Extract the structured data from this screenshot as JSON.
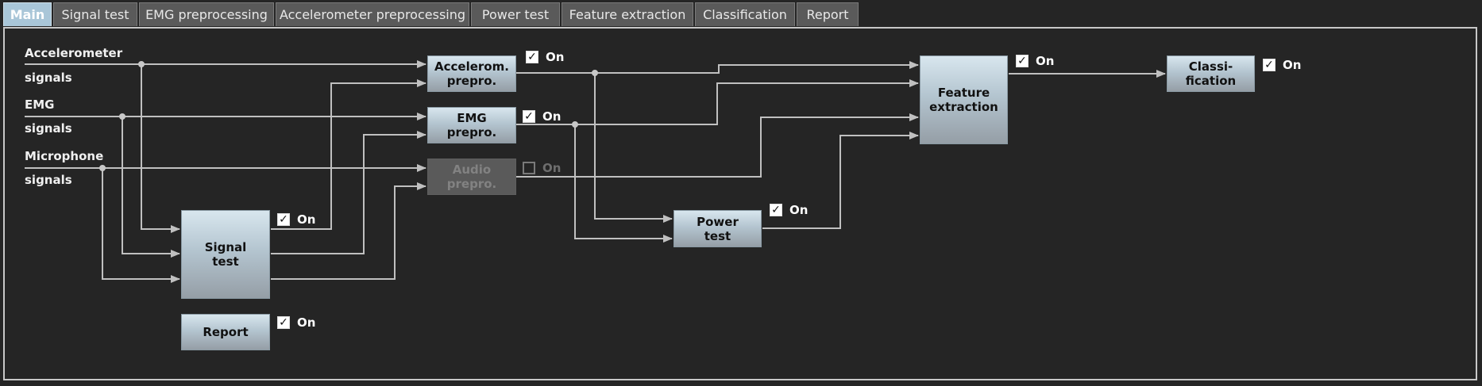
{
  "tabs": [
    "Main",
    "Signal test",
    "EMG preprocessing",
    "Accelerometer preprocessing",
    "Power test",
    "Feature extraction",
    "Classification",
    "Report"
  ],
  "inputs": {
    "accelerometer": {
      "line1": "Accelerometer",
      "line2": "signals"
    },
    "emg": {
      "line1": "EMG",
      "line2": "signals"
    },
    "microphone": {
      "line1": "Microphone",
      "line2": "signals"
    }
  },
  "blocks": {
    "accelerom_prepro": {
      "line1": "Accelerom.",
      "line2": "prepro.",
      "toggle": "On",
      "checked": true,
      "enabled": true
    },
    "emg_prepro": {
      "line1": "EMG",
      "line2": "prepro.",
      "toggle": "On",
      "checked": true,
      "enabled": true
    },
    "audio_prepro": {
      "line1": "Audio",
      "line2": "prepro.",
      "toggle": "On",
      "checked": false,
      "enabled": false
    },
    "signal_test": {
      "line1": "Signal",
      "line2": "test",
      "toggle": "On",
      "checked": true,
      "enabled": true
    },
    "report": {
      "line1": "Report",
      "toggle": "On",
      "checked": true,
      "enabled": true
    },
    "power_test": {
      "line1": "Power",
      "line2": "test",
      "toggle": "On",
      "checked": true,
      "enabled": true
    },
    "feature_extraction": {
      "line1": "Feature",
      "line2": "extraction",
      "toggle": "On",
      "checked": true,
      "enabled": true
    },
    "classification": {
      "line1": "Classi-",
      "line2": "fication",
      "toggle": "On",
      "checked": true,
      "enabled": true
    }
  },
  "colors": {
    "background": "#252525",
    "wire": "#c0c0c0",
    "active_tab": "#a9c6d8",
    "tab": "#5a5a5a"
  }
}
